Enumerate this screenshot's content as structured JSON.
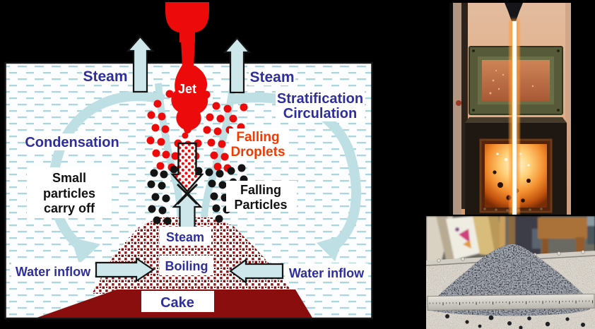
{
  "colors": {
    "page_bg": "#000000",
    "water_bg": "#fbfdfe",
    "water_dash": "#a9d6dd",
    "label_blue": "#2e2e9e",
    "label_orange": "#f03a00",
    "label_black": "#111111",
    "red": "#ec0a0a",
    "dark_red": "#8b0e0e",
    "arrow_fill": "#cde7ea",
    "circulation": "#bedfe4"
  },
  "diagram": {
    "steam_top_left": "Steam",
    "steam_top_right": "Steam",
    "jet_label": "Jet",
    "stratification": [
      "Stratification",
      "Circulation"
    ],
    "condensation": "Condensation",
    "falling_droplets": [
      "Falling",
      "Droplets"
    ],
    "small_particles": [
      "Small",
      "particles",
      "carry off"
    ],
    "falling_particles": [
      "Falling",
      "Particles"
    ],
    "steam_box": "Steam",
    "boiling_box": "Boiling",
    "cake_box": "Cake",
    "water_inflow_left": "Water inflow",
    "water_inflow_right": "Water inflow"
  }
}
